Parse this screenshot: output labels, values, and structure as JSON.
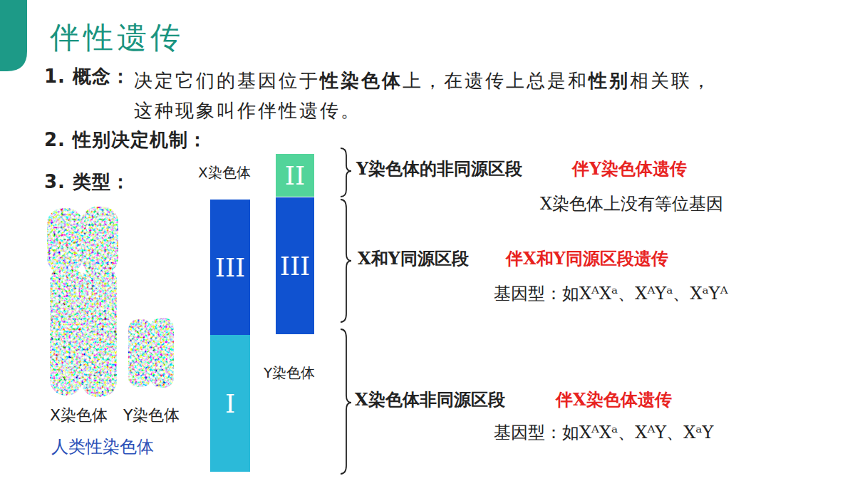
{
  "diagram": {
    "title": "伴性遗传",
    "nodes": [
      {
        "text": [
          "II"
        ]
      },
      {
        "text": [
          "III"
        ]
      },
      {
        "text": [
          "III"
        ]
      },
      {
        "text": [
          "I"
        ]
      }
    ],
    "labels": [
      "1. 概念：",
      "决定它们的基因位于",
      "性染色体",
      "上，在遗传上总是和",
      "性别",
      "相关联，这种现象叫作伴性遗传。",
      "2. 性别决定机制：",
      "3. 类型：",
      "X染色体",
      "Y染色体的非同源区段",
      "伴Y染色体遗传",
      "X染色体上没有等位基因",
      "X和Y同源区段",
      "伴X和Y同源区段遗传",
      "基因型：如XᴬXᵃ、XᴬYᵃ、XᵃYᴬ",
      "Y染色体",
      "X染色体非同源区段",
      "伴X染色体遗传",
      "基因型：如XᴬXᵃ、XᴬY、XᵃY",
      "X染色体",
      "Y染色体",
      "人类性染色体"
    ]
  }
}
